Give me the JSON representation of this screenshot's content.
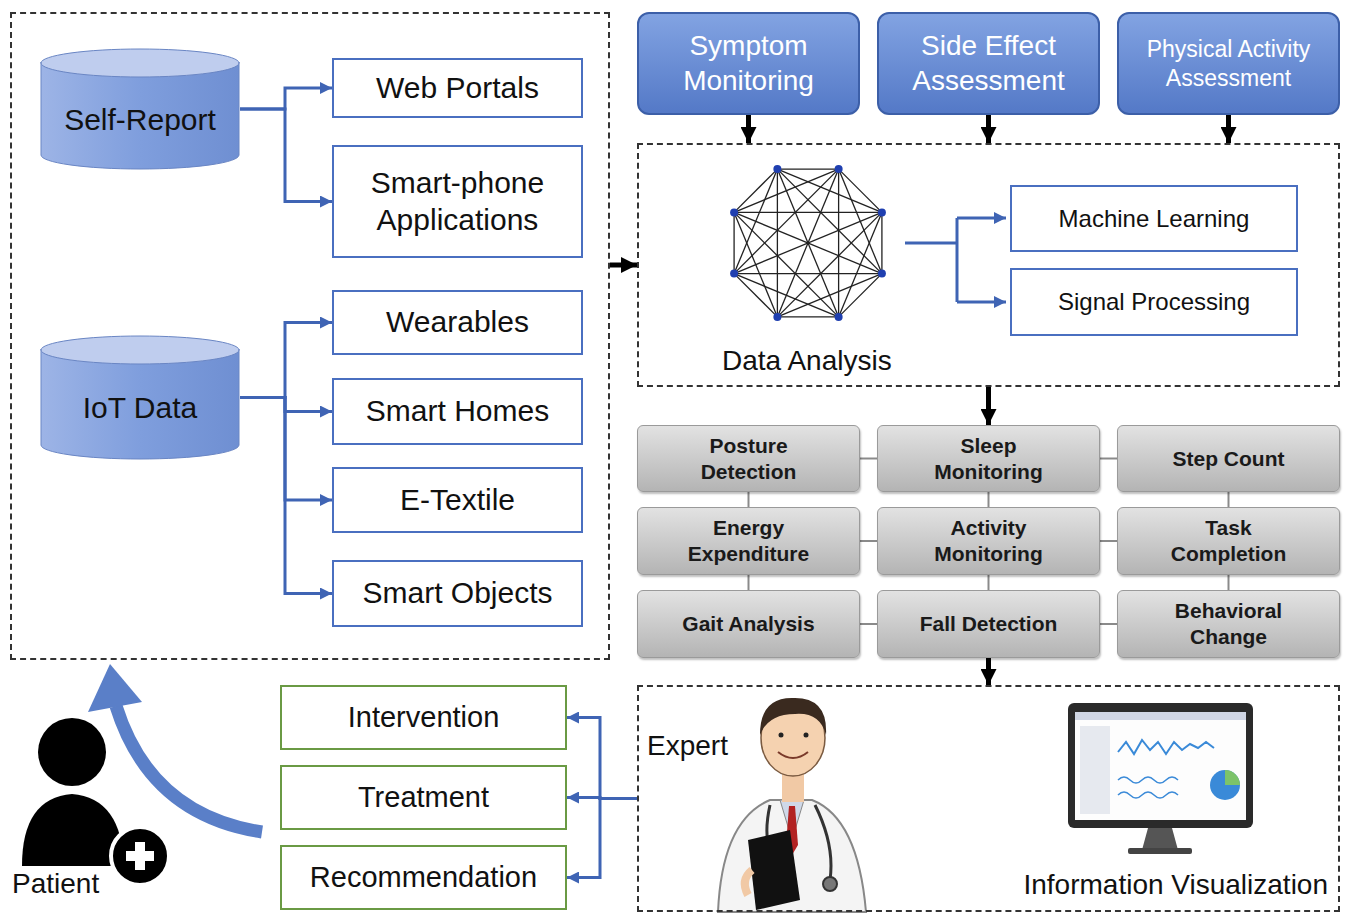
{
  "diagram": {
    "nodes": [
      {
        "text": []
      },
      {
        "text": [
          "Self-Report"
        ],
        "in": 0
      },
      {
        "text": [
          "Web Portals"
        ],
        "in": 0
      },
      {
        "text": [
          "Smart-phone Applications"
        ],
        "in": 0
      },
      {
        "text": [
          "IoT Data"
        ],
        "in": 0
      },
      {
        "text": [
          "Wearables"
        ],
        "in": 0
      },
      {
        "text": [
          "Smart Homes"
        ],
        "in": 0
      },
      {
        "text": [
          "E-Textile"
        ],
        "in": 0
      },
      {
        "text": [
          "Smart Objects"
        ],
        "in": 0
      },
      {
        "text": [
          "Symptom Monitoring"
        ]
      },
      {
        "text": [
          "Side Effect Assessment"
        ]
      },
      {
        "text": [
          "Physical Activity Assessment"
        ]
      },
      {
        "text": [
          "Data Analysis"
        ]
      },
      {
        "text": [
          "Machine Learning"
        ],
        "in": 12
      },
      {
        "text": [
          "Signal Processing"
        ],
        "in": 12
      },
      {
        "text": [
          "Posture Detection"
        ]
      },
      {
        "text": [
          "Sleep Monitoring"
        ]
      },
      {
        "text": [
          "Step Count"
        ]
      },
      {
        "text": [
          "Energy Expenditure"
        ]
      },
      {
        "text": [
          "Activity Monitoring"
        ]
      },
      {
        "text": [
          "Task Completion"
        ]
      },
      {
        "text": [
          "Gait Analysis"
        ]
      },
      {
        "text": [
          "Fall Detection"
        ]
      },
      {
        "text": [
          "Behavioral Change"
        ]
      },
      {
        "text": [
          "Expert",
          "Information Visualization"
        ]
      },
      {
        "text": [
          "Intervention"
        ]
      },
      {
        "text": [
          "Treatment"
        ]
      },
      {
        "text": [
          "Recommendation"
        ]
      }
    ],
    "edges": [
      {
        "from": 1,
        "to": 2,
        "arrow": "to"
      },
      {
        "from": 1,
        "to": 3,
        "arrow": "to"
      },
      {
        "from": 4,
        "to": 5,
        "arrow": "to"
      },
      {
        "from": 4,
        "to": 6,
        "arrow": "to"
      },
      {
        "from": 4,
        "to": 7,
        "arrow": "to"
      },
      {
        "from": 4,
        "to": 8,
        "arrow": "to"
      },
      {
        "from": 0,
        "to": 12,
        "arrow": "to"
      },
      {
        "from": 9,
        "to": 12,
        "arrow": "to"
      },
      {
        "from": 10,
        "to": 12,
        "arrow": "to"
      },
      {
        "from": 11,
        "to": 12,
        "arrow": "to"
      },
      {
        "from": 12,
        "to": 16,
        "arrow": "to"
      },
      {
        "from": 15,
        "to": 16,
        "arrow": "none"
      },
      {
        "from": 16,
        "to": 17,
        "arrow": "none"
      },
      {
        "from": 18,
        "to": 19,
        "arrow": "none"
      },
      {
        "from": 19,
        "to": 20,
        "arrow": "none"
      },
      {
        "from": 21,
        "to": 22,
        "arrow": "none"
      },
      {
        "from": 22,
        "to": 23,
        "arrow": "none"
      },
      {
        "from": 15,
        "to": 18,
        "arrow": "none"
      },
      {
        "from": 18,
        "to": 21,
        "arrow": "none"
      },
      {
        "from": 16,
        "to": 19,
        "arrow": "none"
      },
      {
        "from": 19,
        "to": 22,
        "arrow": "none"
      },
      {
        "from": 17,
        "to": 20,
        "arrow": "none"
      },
      {
        "from": 20,
        "to": 23,
        "arrow": "none"
      },
      {
        "from": 22,
        "to": 24,
        "arrow": "to"
      },
      {
        "from": 24,
        "to": 25,
        "arrow": "to"
      },
      {
        "from": 24,
        "to": 26,
        "arrow": "to"
      },
      {
        "from": 24,
        "to": 27,
        "arrow": "to"
      }
    ],
    "labels": [
      "Patient"
    ]
  }
}
